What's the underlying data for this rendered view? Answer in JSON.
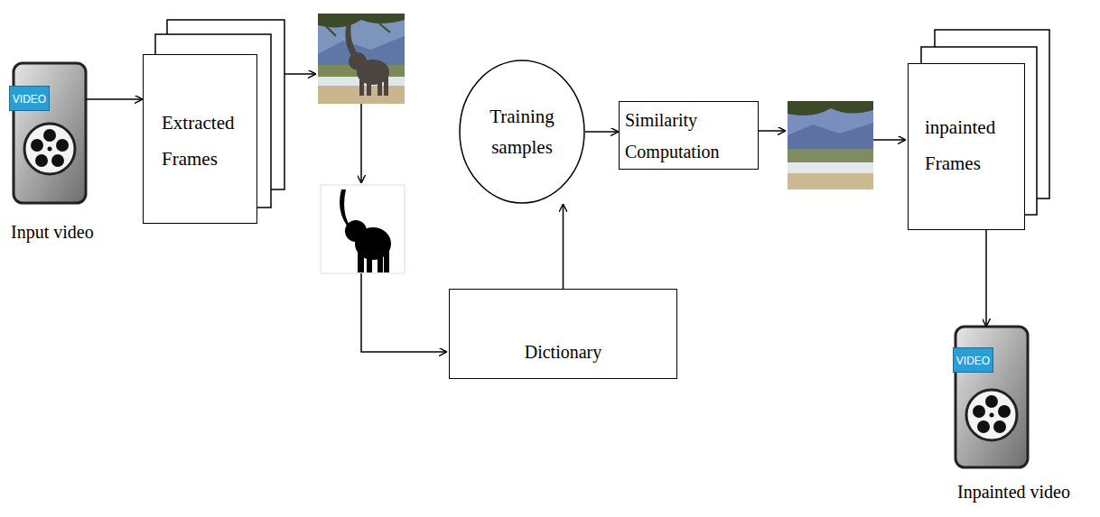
{
  "diagram": {
    "nodes": [
      {
        "text": [
          "VIDEO",
          "Input video"
        ]
      },
      {
        "text": [
          "Extracted Frames"
        ]
      },
      {
        "text": [
          "Training samples"
        ]
      },
      {
        "text": [
          "Similarity Computation"
        ]
      },
      {
        "text": [
          "Dictionary"
        ]
      },
      {
        "text": [
          "inpainted Frames"
        ]
      },
      {
        "text": [
          "VIDEO",
          "Inpainted video"
        ]
      }
    ],
    "edges": [
      {
        "from": 0,
        "to": 1,
        "arrow": "to"
      },
      {
        "from": 4,
        "to": 2,
        "arrow": "to"
      },
      {
        "from": 2,
        "to": 3,
        "arrow": "to"
      },
      {
        "from": 5,
        "to": 6,
        "arrow": "to"
      }
    ]
  }
}
